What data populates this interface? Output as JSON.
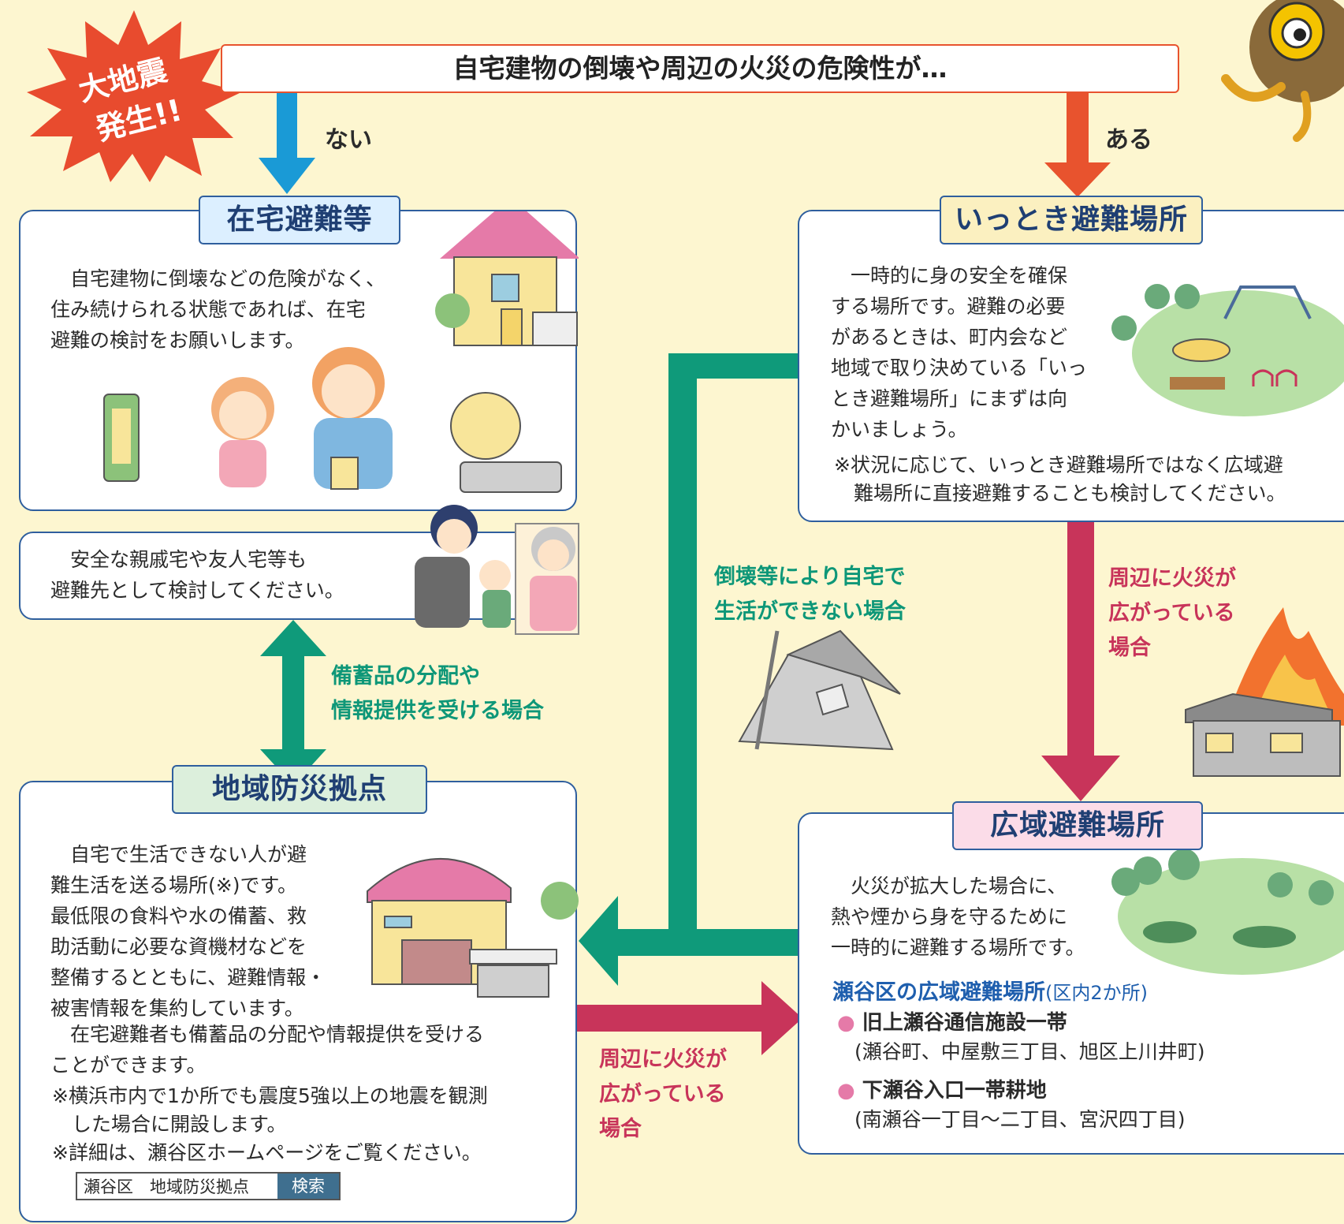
{
  "colors": {
    "background": "#fdf6d0",
    "box_border": "#2f5f9e",
    "arrow_no": "#1a9ad6",
    "arrow_yes": "#e8532e",
    "arrow_teal": "#0f9a7a",
    "arrow_crimson": "#c8345a",
    "burst": "#e84b2e"
  },
  "burst": {
    "line1": "大地震",
    "line2": "発生!!"
  },
  "header": {
    "question": "自宅建物の倒壊や周辺の火災の危険性が…"
  },
  "branches": {
    "no": "ない",
    "yes": "ある"
  },
  "home_shelter": {
    "title": "在宅避難等",
    "text": "　自宅建物に倒壊などの危険がなく、\n住み続けられる状態であれば、在宅\n避難の検討をお願いします。"
  },
  "relatives": {
    "text": "　安全な親戚宅や友人宅等も\n避難先として検討してください。"
  },
  "label_supplies": "備蓄品の分配や\n情報提供を受ける場合",
  "temporary_area": {
    "title": "いっとき避難場所",
    "text": "　一時的に身の安全を確保\nする場所です。避難の必要\nがあるときは、町内会など\n地域で取り決めている「いっ\nとき避難場所」にまずは向\nかいましょう。",
    "note": "※状況に応じて、いっとき避難場所ではなく広域避\n　難場所に直接避難することも検討してください。"
  },
  "label_collapse": "倒壊等により自宅で\n生活ができない場合",
  "label_fire_right": "周辺に火災が\n広がっている\n場合",
  "label_fire_bottom": "周辺に火災が\n広がっている\n場合",
  "regional_base": {
    "title": "地域防災拠点",
    "text1": "　自宅で生活できない人が避\n難生活を送る場所(※)です。\n最低限の食料や水の備蓄、救\n助活動に必要な資機材などを\n整備するとともに、避難情報・\n被害情報を集約しています。",
    "text2": "　在宅避難者も備蓄品の分配や情報提供を受ける\nことができます。",
    "note1": "※横浜市内で1か所でも震度5強以上の地震を観測\n　した場合に開設します。",
    "note2": "※詳細は、瀬谷区ホームページをご覧ください。",
    "search_text": "瀬谷区　地域防災拠点",
    "search_button": "検索"
  },
  "wide_area": {
    "title": "広域避難場所",
    "text": "　火災が拡大した場合に、\n熱や煙から身を守るために\n一時的に避難する場所です。",
    "list_heading": "瀬谷区の広域避難場所",
    "list_count": "(区内2か所)",
    "items": [
      {
        "name": "旧上瀬谷通信施設一帯",
        "area": "(瀬谷町、中屋敷三丁目、旭区上川井町)"
      },
      {
        "name": "下瀬谷入口一帯耕地",
        "area": "(南瀬谷一丁目〜二丁目、宮沢四丁目)"
      }
    ]
  }
}
